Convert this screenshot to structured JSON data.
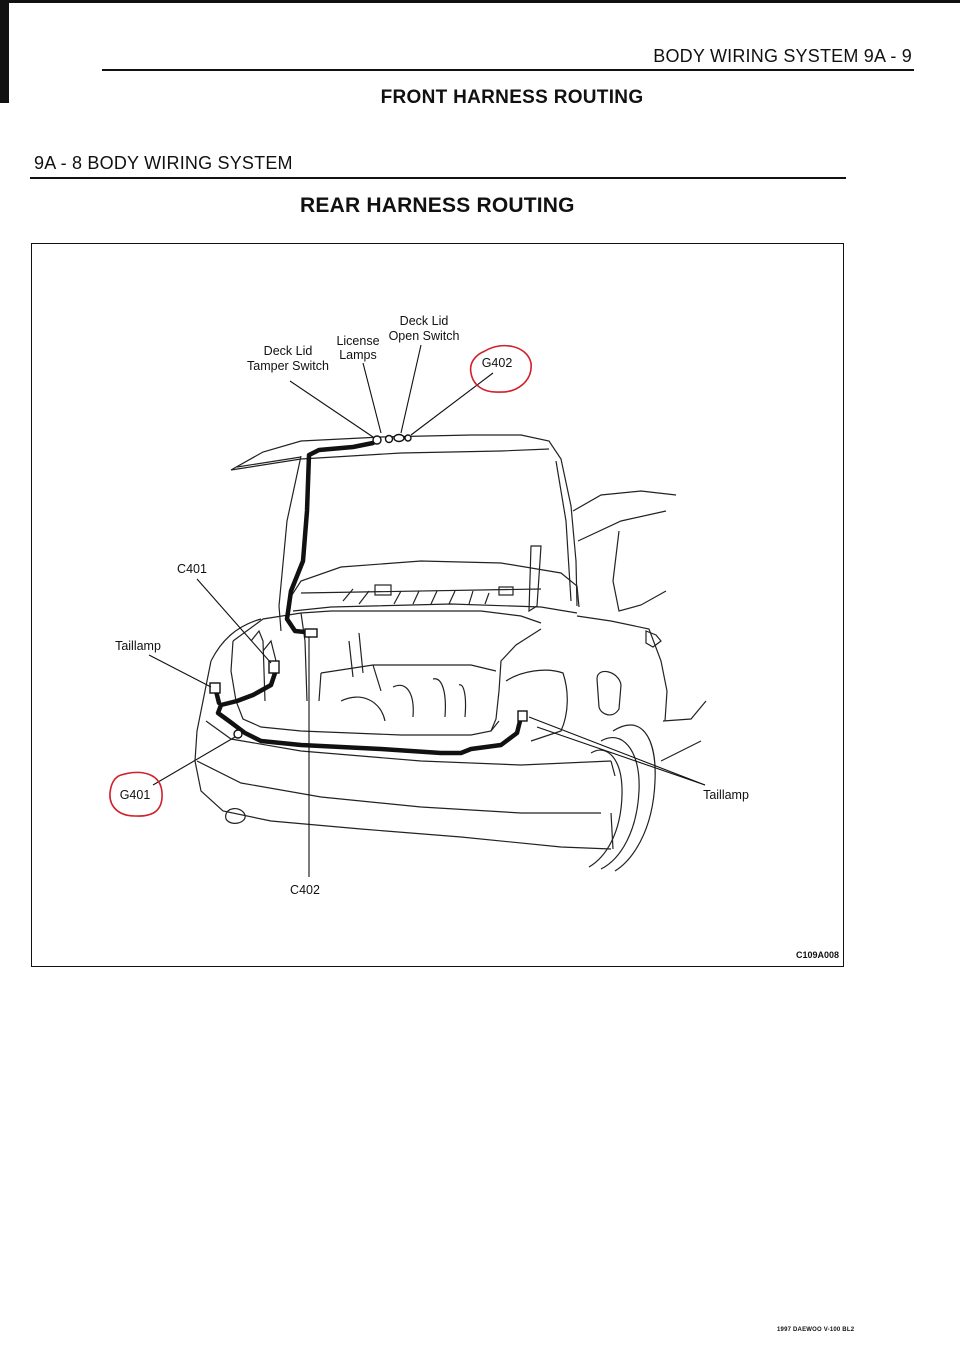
{
  "page": {
    "next_header": "BODY WIRING SYSTEM  9A - 9",
    "next_title": "FRONT HARNESS ROUTING",
    "header": "9A - 8  BODY WIRING SYSTEM",
    "title": "REAR HARNESS ROUTING",
    "footer": "1997 DAEWOO V-100 BL2"
  },
  "diagram": {
    "figure_code": "C109A008",
    "labels": {
      "deck_lid_open_switch_line1": "Deck Lid",
      "deck_lid_open_switch_line2": "Open Switch",
      "license_lamps_line1": "License",
      "license_lamps_line2": "Lamps",
      "deck_lid_tamper_switch_line1": "Deck Lid",
      "deck_lid_tamper_switch_line2": "Tamper Switch",
      "g402": "G402",
      "c401": "C401",
      "taillamp_left": "Taillamp",
      "g401": "G401",
      "taillamp_right": "Taillamp",
      "c402": "C402"
    },
    "highlight_color": "#d11f2b",
    "ink_color": "#111111"
  }
}
